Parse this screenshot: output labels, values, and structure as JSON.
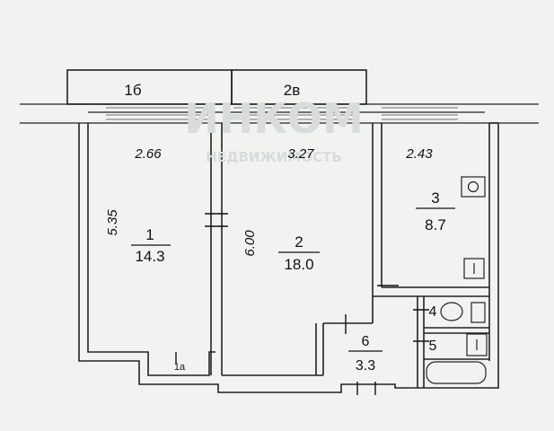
{
  "balconies": [
    {
      "label": "1б"
    },
    {
      "label": "2в"
    }
  ],
  "rooms": [
    {
      "number": "1",
      "area": "14.3"
    },
    {
      "number": "2",
      "area": "18.0"
    },
    {
      "number": "3",
      "area": "8.7"
    },
    {
      "number": "4"
    },
    {
      "number": "5"
    },
    {
      "number": "6",
      "area": "3.3"
    }
  ],
  "niche_label": "1а",
  "dimensions": {
    "room1_width": "2.66",
    "room2_width": "3.27",
    "room3_width": "2.43",
    "room1_length": "5.35",
    "room2_length": "6.00"
  },
  "watermark": {
    "brand": "ИНКОМ",
    "tagline": "НЕДВИЖИМОСТЬ"
  }
}
